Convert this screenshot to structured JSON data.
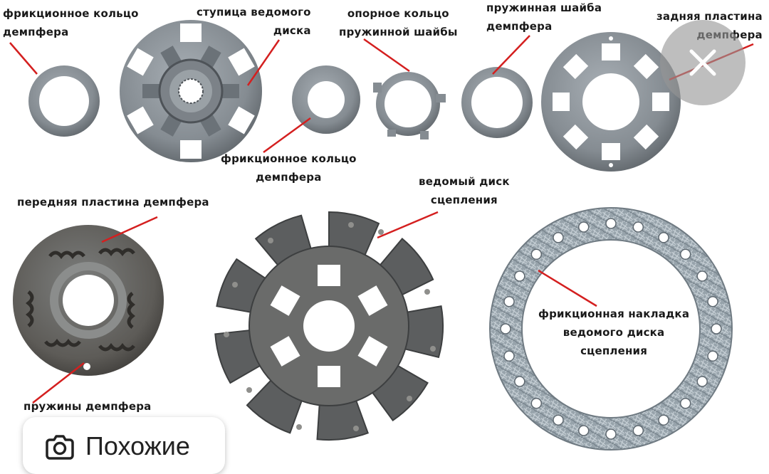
{
  "labels": {
    "friction_ring_1": [
      "фрикционное кольцо",
      "демпфера"
    ],
    "hub": [
      "ступица ведомого",
      "диска"
    ],
    "support_ring": [
      "опорное кольцо",
      "пружинной шайбы"
    ],
    "spring_washer": [
      "пружинная шайба",
      "демпфера"
    ],
    "rear_plate": [
      "задняя пластина",
      "демпфера"
    ],
    "friction_ring_2": [
      "фрикционное кольцо",
      "демпфера"
    ],
    "driven_disc": [
      "ведомый диск",
      "сцепления"
    ],
    "front_plate": [
      "передняя пластина демпфера"
    ],
    "facing": [
      "фрикционная накладка",
      "ведомого диска",
      "сцепления"
    ],
    "springs": [
      "пружины демпфера"
    ]
  },
  "ui": {
    "similar_label": "Похожие",
    "close_icon": "close-icon",
    "camera_icon": "camera-lens-icon"
  },
  "colors": {
    "leader_line": "#d41f1f",
    "metal": "#8e959b",
    "metal_dark": "#5a6066",
    "lining": "#a9b3ba",
    "lining_dark": "#6f7a82"
  }
}
